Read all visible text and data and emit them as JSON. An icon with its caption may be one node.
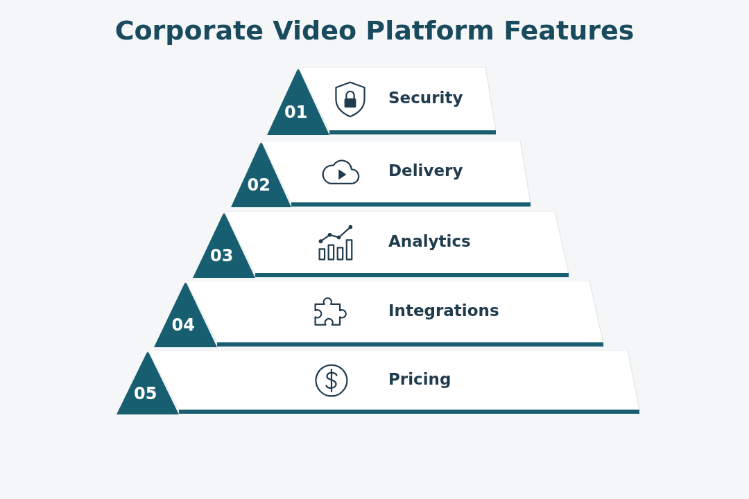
{
  "diagram": {
    "title": "Corporate Video Platform Features",
    "nodes": [
      {
        "text": [
          "01",
          "Security"
        ]
      },
      {
        "text": [
          "02",
          "Delivery"
        ]
      },
      {
        "text": [
          "03",
          "Analytics"
        ]
      },
      {
        "text": [
          "04",
          "Integrations"
        ]
      },
      {
        "text": [
          "05",
          "Pricing"
        ]
      }
    ],
    "edges": []
  }
}
